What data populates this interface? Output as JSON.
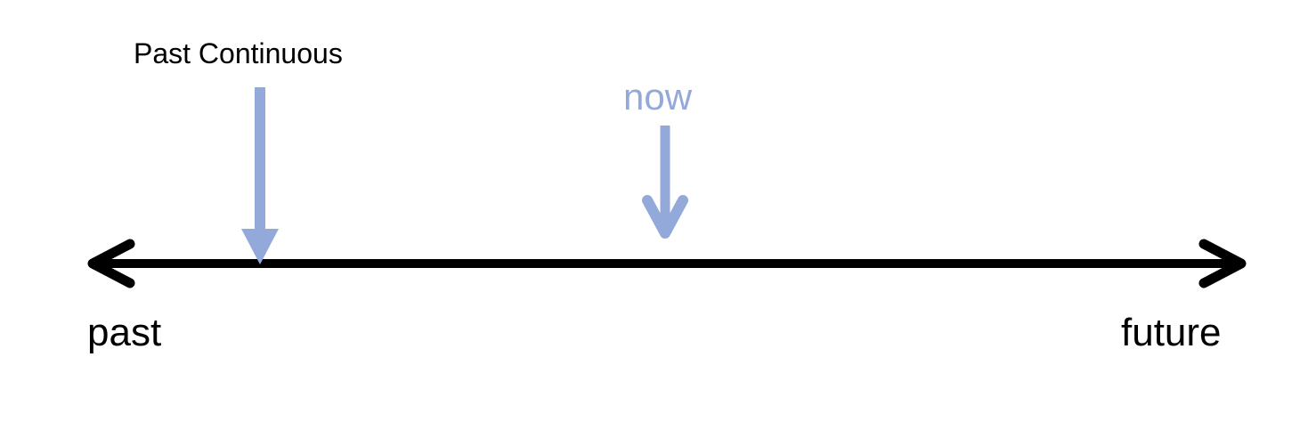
{
  "labels": {
    "marker": "Past Continuous",
    "now": "now",
    "left_end": "past",
    "right_end": "future"
  },
  "colors": {
    "timeline": "#000000",
    "arrow_accent": "#93a9d9"
  }
}
